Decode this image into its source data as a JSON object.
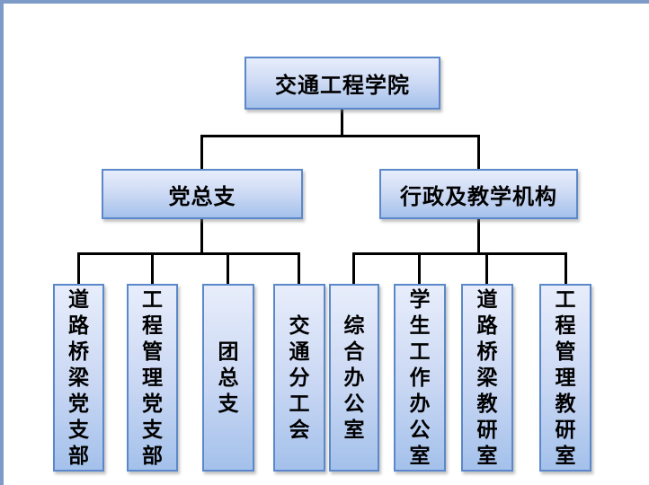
{
  "frame": {
    "border_color": "#7e9bc7"
  },
  "org_chart": {
    "type": "org-chart",
    "root": {
      "label": "交通工程学院"
    },
    "branches": [
      {
        "label": "党总支",
        "children": [
          {
            "label": "道路桥梁党支部"
          },
          {
            "label": "工程管理党支部"
          },
          {
            "label": "团总支"
          },
          {
            "label": "交通分工会"
          }
        ]
      },
      {
        "label": "行政及教学机构",
        "children": [
          {
            "label": "综合办公室"
          },
          {
            "label": "学生工作办公室"
          },
          {
            "label": "道路桥梁教研室"
          },
          {
            "label": "工程管理教研室"
          }
        ]
      }
    ],
    "colors": {
      "node_border": "#5b88ca",
      "node_fill_top": "#e7edfb",
      "node_fill_mid": "#ccd9f4",
      "node_fill_bottom": "#a4c1eb",
      "connector": "#000000",
      "text": "#000000"
    }
  }
}
